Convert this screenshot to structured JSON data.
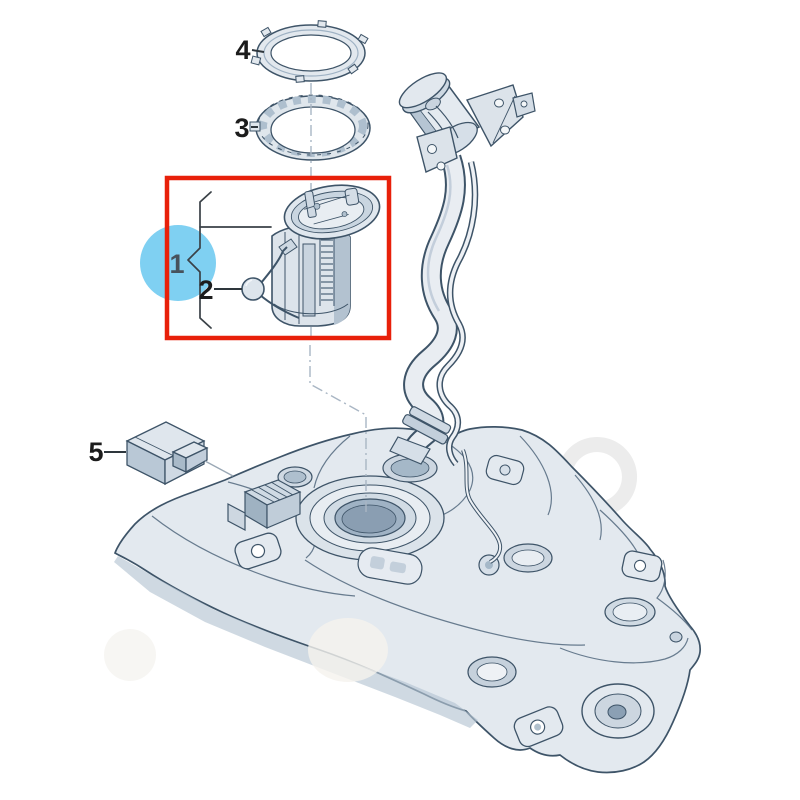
{
  "diagram": {
    "kind": "exploded-parts-diagram",
    "callouts": [
      {
        "label": "1",
        "selected": true
      },
      {
        "label": "2",
        "selected": false
      },
      {
        "label": "3",
        "selected": false
      },
      {
        "label": "4",
        "selected": false
      },
      {
        "label": "5",
        "selected": false
      }
    ]
  },
  "colors": {
    "accent-red": "#e8200a",
    "highlight-blue": "#7fd0f2",
    "outline": "#3e5468",
    "label": "#1c1c1c",
    "selected-label": "#47525c",
    "guide": "#a9b6c4"
  }
}
